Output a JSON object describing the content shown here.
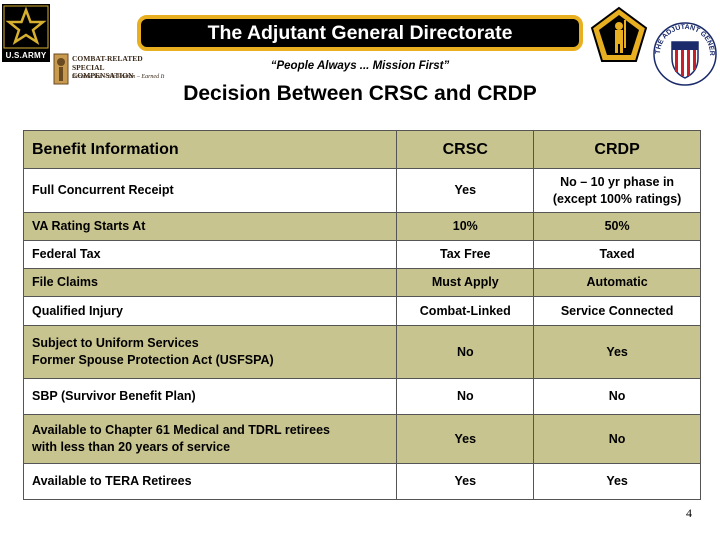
{
  "header": {
    "banner_title": "The Adjutant General Directorate",
    "motto": "“People Always ... Mission First”",
    "page_title": "Decision Between CRSC and CRDP"
  },
  "logos": {
    "army": {
      "wordmark": "U.S.ARMY",
      "icon": "army-star-icon"
    },
    "crsc": {
      "line1": "COMBAT-RELATED",
      "line2": "SPECIAL COMPENSATION",
      "tagline": "Because You – the Veteran – Earned It"
    },
    "pentagon_icon": "soldier-pentagon-icon",
    "seal": {
      "ring_text": "THE ADJUTANT GENERAL DIRECTORATE",
      "icon": "shield-seal-icon"
    }
  },
  "table": {
    "headers": [
      "Benefit Information",
      "CRSC",
      "CRDP"
    ],
    "rows": [
      {
        "benefit": "Full Concurrent Receipt",
        "crsc": "Yes",
        "crdp_l1": "No – 10 yr phase in",
        "crdp_l2": "(except 100% ratings)"
      },
      {
        "benefit": "VA Rating Starts At",
        "crsc": "10%",
        "crdp": "50%"
      },
      {
        "benefit": "Federal Tax",
        "crsc": "Tax Free",
        "crdp": "Taxed"
      },
      {
        "benefit": "File Claims",
        "crsc": "Must Apply",
        "crdp": "Automatic"
      },
      {
        "benefit": "Qualified Injury",
        "crsc": "Combat-Linked",
        "crdp": "Service Connected"
      },
      {
        "benefit_l1": "Subject to Uniform Services",
        "benefit_l2": "Former Spouse Protection Act (USFSPA)",
        "crsc": "No",
        "crdp": "Yes"
      },
      {
        "benefit": "SBP (Survivor Benefit Plan)",
        "crsc": "No",
        "crdp": "No"
      },
      {
        "benefit_l1": "Available to Chapter 61 Medical and TDRL retirees",
        "benefit_l2": "with less than 20 years of service",
        "crsc": "Yes",
        "crdp": "No"
      },
      {
        "benefit": "Available to TERA Retirees",
        "crsc": "Yes",
        "crdp": "Yes"
      }
    ]
  },
  "page_number": "4",
  "colors": {
    "accent_gold": "#e8b020",
    "row_tan": "#c8c490",
    "banner_black": "#000000"
  }
}
